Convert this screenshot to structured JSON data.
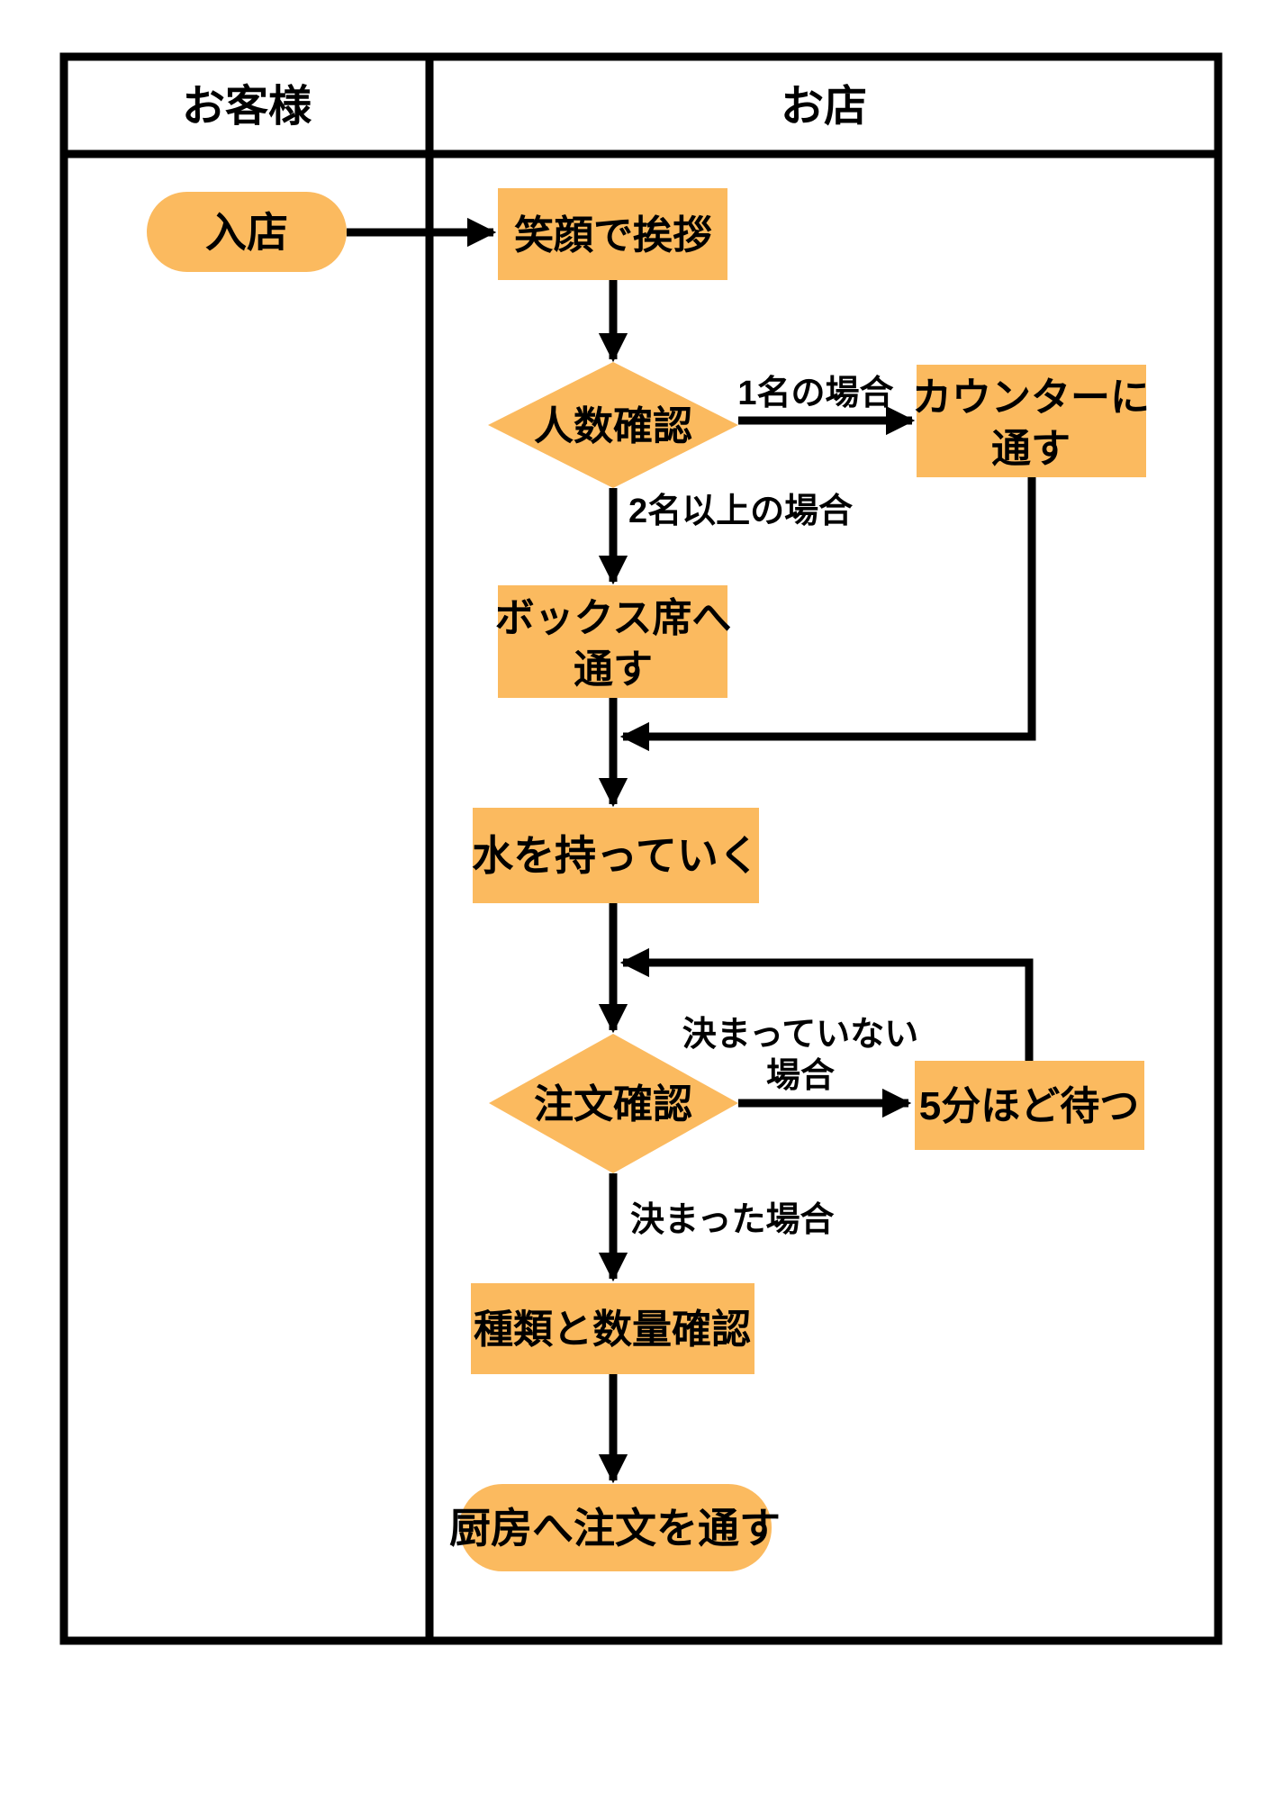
{
  "header": {
    "customer_lane": "お客様",
    "shop_lane": "お店"
  },
  "nodes": {
    "enter_store": {
      "label": "入店",
      "type": "terminator"
    },
    "greet": {
      "label": "笑顔で挨拶",
      "type": "process"
    },
    "count_check": {
      "label": "人数確認",
      "type": "decision"
    },
    "counter_seat": {
      "line1": "カウンターに",
      "line2": "通す",
      "type": "process"
    },
    "box_seat": {
      "line1": "ボックス席へ",
      "line2": "通す",
      "type": "process"
    },
    "bring_water": {
      "label": "水を持っていく",
      "type": "process"
    },
    "order_check": {
      "label": "注文確認",
      "type": "decision"
    },
    "wait_5min": {
      "label": "5分ほど待つ",
      "type": "process"
    },
    "type_quantity_check": {
      "label": "種類と数量確認",
      "type": "process"
    },
    "send_to_kitchen": {
      "label": "厨房へ注文を通す",
      "type": "terminator"
    }
  },
  "edge_labels": {
    "one_person": "1名の場合",
    "two_or_more": "2名以上の場合",
    "not_decided_line1": "決まっていない",
    "not_decided_line2": "場合",
    "decided": "決まった場合"
  },
  "colors": {
    "node_fill": "#FBBA5F",
    "line": "#000000",
    "background": "#FFFFFF"
  }
}
